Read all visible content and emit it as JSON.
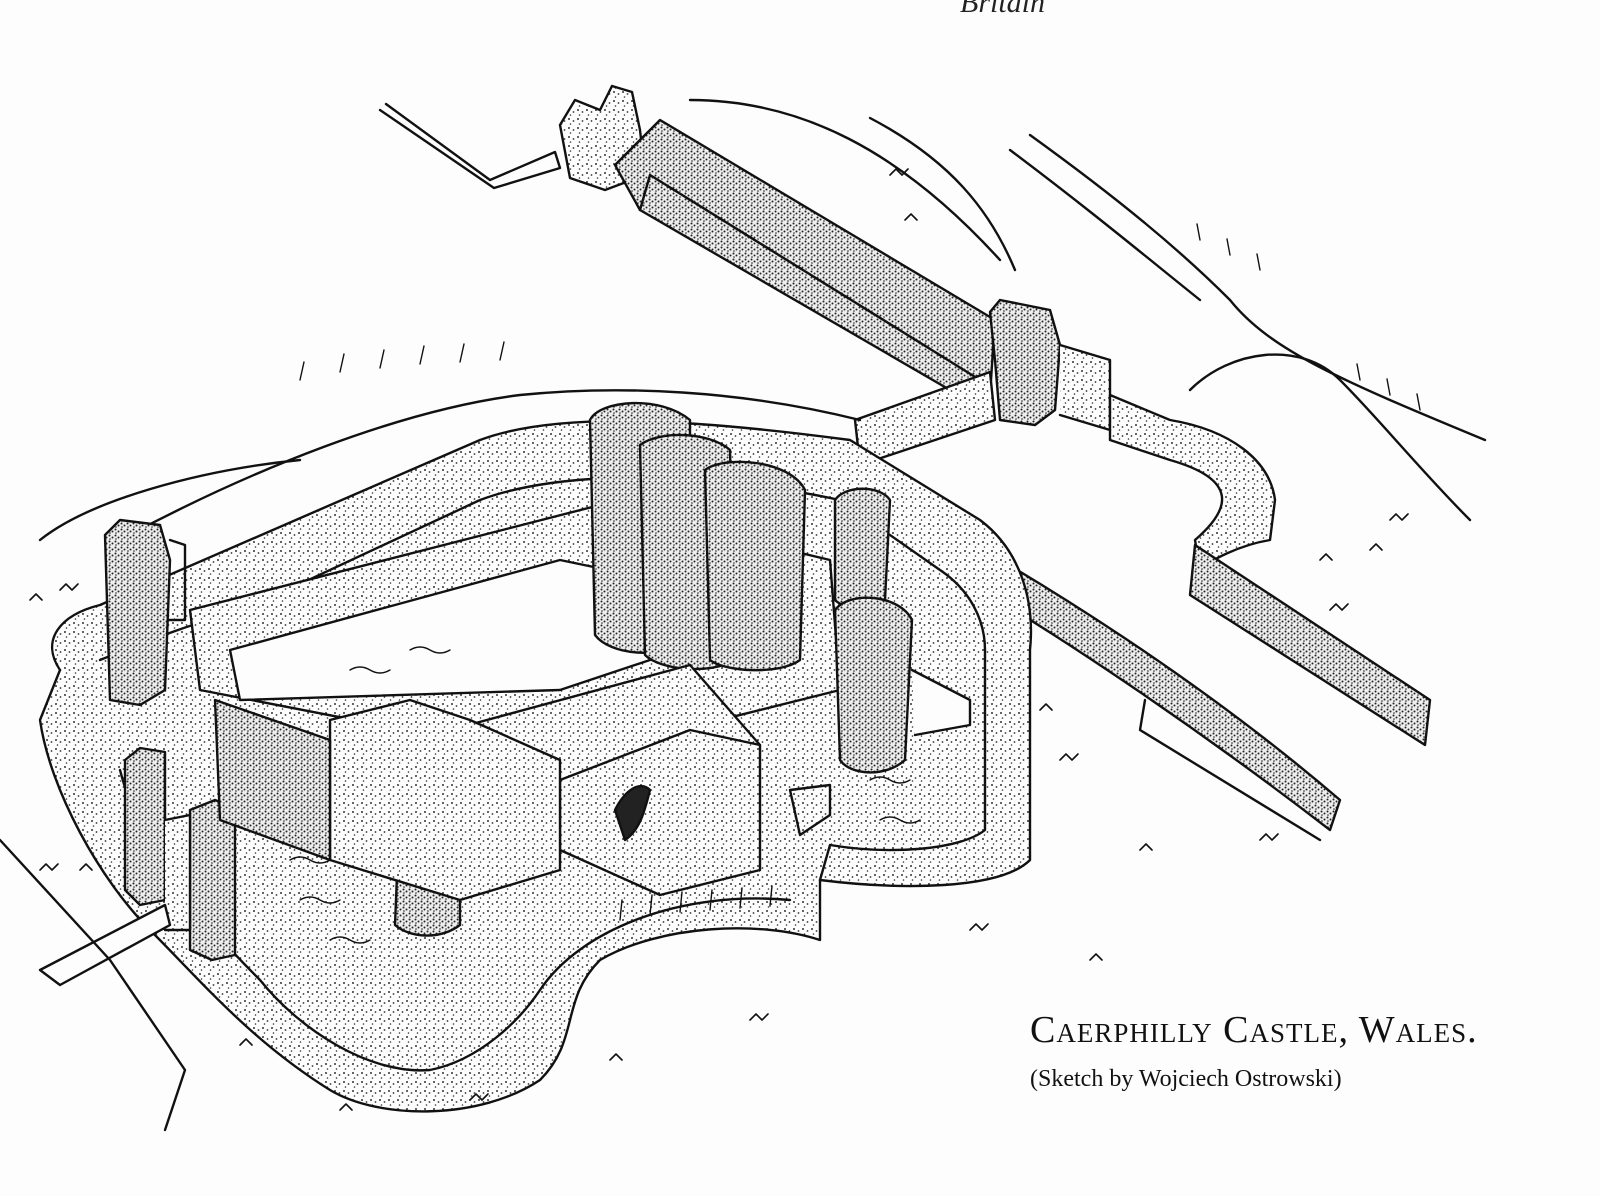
{
  "caption": {
    "title": "Caerphilly Castle, Wales.",
    "credit": "(Sketch by Wojciech Ostrowski)"
  },
  "top_fragment": "Britain",
  "colors": {
    "ink": "#111111",
    "paper": "#fdfdfd",
    "stipple": "#333333"
  }
}
